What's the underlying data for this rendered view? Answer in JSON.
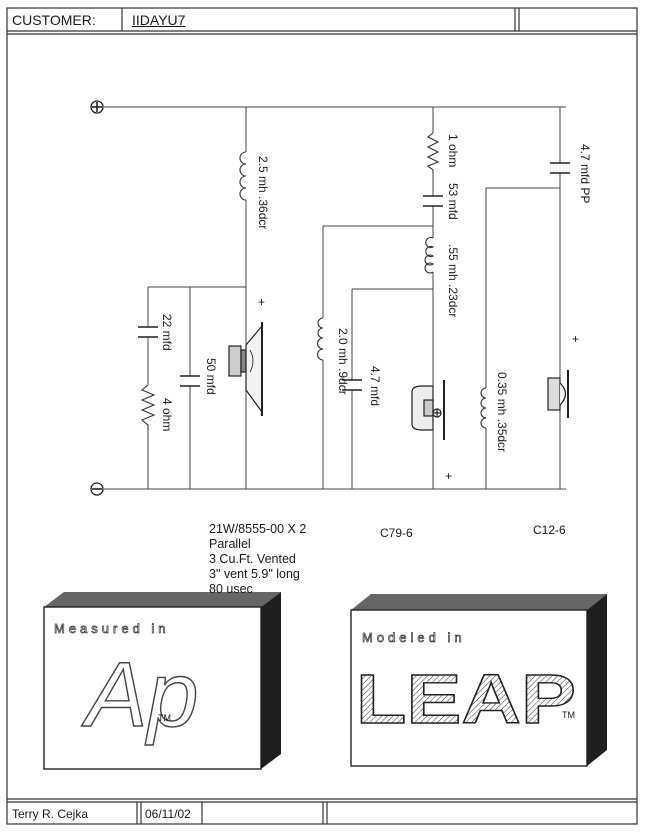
{
  "header": {
    "customer_label": "CUSTOMER:",
    "customer_value": "IIDAYU7"
  },
  "schematic": {
    "positive_terminal": "+",
    "negative_terminal": "−",
    "components": {
      "woofer_inductor": "2.5 mh .36dcr",
      "woofer_zobel_cap": "22 mfd",
      "woofer_zobel_res": "4 ohm",
      "woofer_shunt_cap": "50 mfd",
      "mid_resistor": "1 ohm",
      "mid_series_cap": "53 mfd",
      "mid_series_inductor": ".55 mh .23dcr",
      "mid_shunt_inductor": "2.0 mh .9dcr",
      "mid_shunt_cap": "4.7 mfd",
      "tweeter_series_cap": "4.7 mfd PP",
      "tweeter_shunt_inductor": "0.35 mh .35dcr"
    },
    "polarity_marks": [
      "+",
      "+",
      "+"
    ]
  },
  "notes": {
    "woofer_model": "21W/8555-00 X 2",
    "line2": "Parallel",
    "line3": "3 Cu.Ft. Vented",
    "line4": "3\" vent 5.9\" long",
    "line5": "80 usec",
    "mid_model": "C79-6",
    "tweeter_model": "C12-6"
  },
  "logos": {
    "ap": {
      "caption": "Measured in",
      "word": "Ap",
      "tm": "TM"
    },
    "leap": {
      "caption": "Modeled in",
      "word": "LEAP",
      "tm": "TM"
    }
  },
  "footer": {
    "author": "Terry R. Cejka",
    "date": "06/11/02"
  },
  "colors": {
    "ink": "#1a1a1a",
    "line": "#444444",
    "shadow": "#1f1f1f"
  }
}
